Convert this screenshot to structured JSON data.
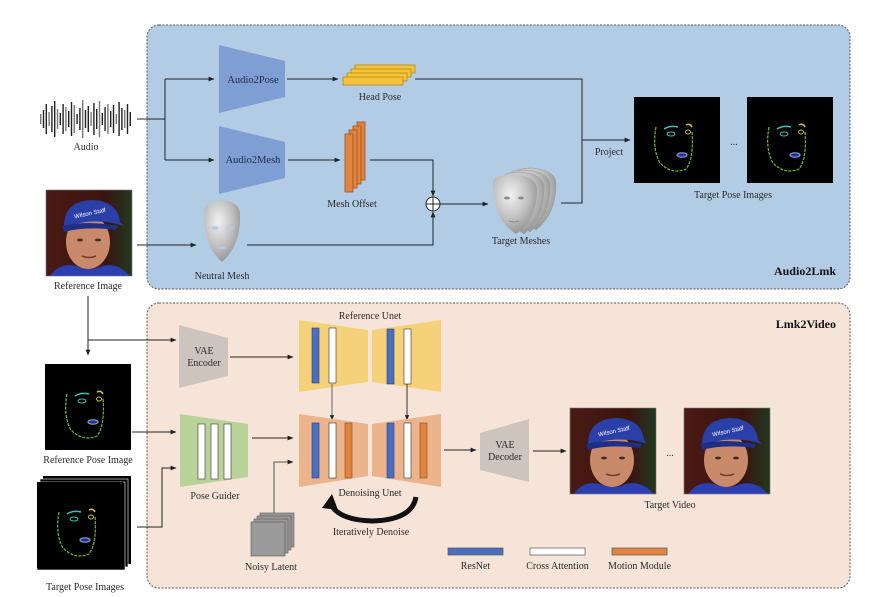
{
  "title": "Audio2Lmk and Lmk2Video pipeline",
  "colors": {
    "audio2lmk_bg": "#b3cce6",
    "lmk2video_bg": "#f6e4d8",
    "trapezoid_blue": "#7f9fd4",
    "head_pose_yellow": "#f5c33b",
    "mesh_offset_orange": "#e08440",
    "reference_unet_yellow": "#f5d27a",
    "denoising_unet_orange": "#ebb48c",
    "pose_guider_green": "#b9d29a",
    "vae_gray": "#cdc4be",
    "resnet_blue": "#4a6fc0",
    "cross_attention_white": "#ffffff",
    "motion_module_orange": "#e08440"
  },
  "inputs": {
    "audio": "Audio",
    "reference_image": "Reference Image",
    "reference_pose_image": "Reference Pose Image",
    "target_pose_images": "Target Pose Images"
  },
  "audio2lmk": {
    "section_title": "Audio2Lmk",
    "audio2pose": "Audio2Pose",
    "audio2mesh": "Audio2Mesh",
    "head_pose": "Head Pose",
    "mesh_offset": "Mesh Offset",
    "neutral_mesh": "Neutral Mesh",
    "target_meshes": "Target Meshes",
    "project": "Project",
    "target_pose_images": "Target Pose Images",
    "ellipsis": "..."
  },
  "lmk2video": {
    "section_title": "Lmk2Video",
    "vae_encoder_line1": "VAE",
    "vae_encoder_line2": "Encoder",
    "reference_unet": "Reference Unet",
    "pose_guider": "Pose Guider",
    "denoising_unet": "Denoising Unet",
    "iteratively_denoise": "Iteratively Denoise",
    "noisy_latent": "Noisy Latent",
    "vae_decoder_line1": "VAE",
    "vae_decoder_line2": "Decoder",
    "target_video": "Target Video",
    "ellipsis": "..."
  },
  "legend": [
    {
      "label": "ResNet",
      "color": "#4a6fc0"
    },
    {
      "label": "Cross Attention",
      "color": "#ffffff"
    },
    {
      "label": "Motion Module",
      "color": "#e08440"
    }
  ]
}
